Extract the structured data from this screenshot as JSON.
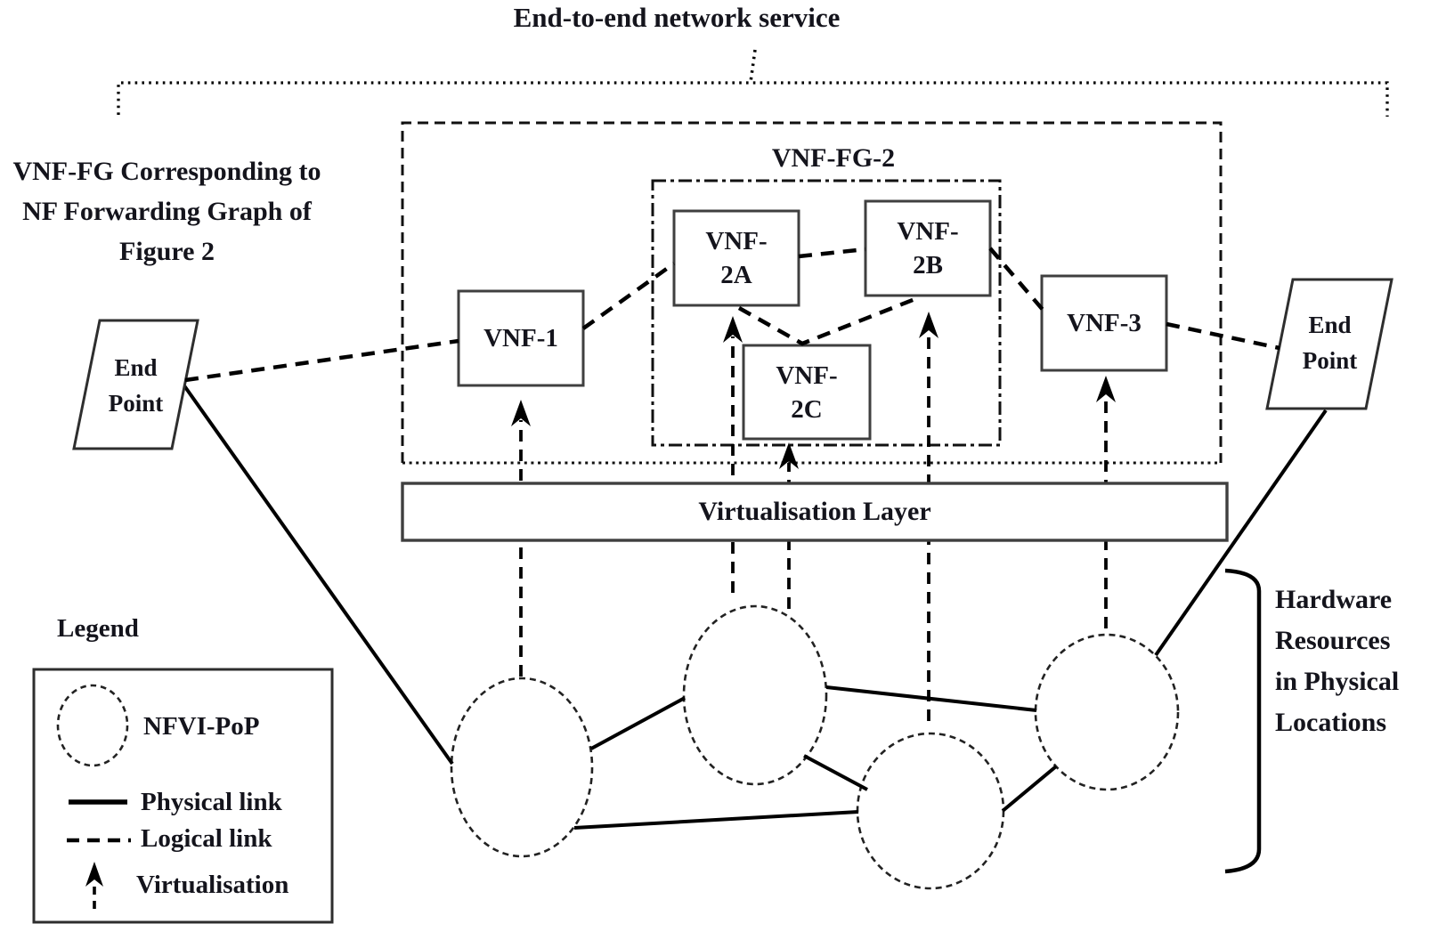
{
  "title": "End-to-end network service",
  "left_note": {
    "l1": "VNF-FG Corresponding to",
    "l2": "NF Forwarding Graph of",
    "l3": "Figure 2"
  },
  "fg2": {
    "label": "VNF-FG-2"
  },
  "boxes": {
    "vnf1": {
      "label": "VNF-1"
    },
    "vnf2a": {
      "l1": "VNF-",
      "l2": "2A"
    },
    "vnf2b": {
      "l1": "VNF-",
      "l2": "2B"
    },
    "vnf2c": {
      "l1": "VNF-",
      "l2": "2C"
    },
    "vnf3": {
      "label": "VNF-3"
    }
  },
  "endpoints": {
    "left": {
      "l1": "End",
      "l2": "Point"
    },
    "right": {
      "l1": "End",
      "l2": "Point"
    }
  },
  "virtualisation_layer": {
    "label": "Virtualisation Layer"
  },
  "legend": {
    "title": "Legend",
    "items": [
      {
        "icon": "nfvi-pop-circle",
        "label": "NFVI-PoP"
      },
      {
        "icon": "physical-link-line",
        "label": "Physical link"
      },
      {
        "icon": "logical-link-line",
        "label": "Logical link"
      },
      {
        "icon": "virtualisation-arrow",
        "label": "Virtualisation"
      }
    ]
  },
  "hardware_note": {
    "l1": "Hardware",
    "l2": "Resources",
    "l3": "in Physical",
    "l4": "Locations"
  },
  "colors": {
    "line": "#000000",
    "box_border": "#3f3f3f",
    "text": "#14141c"
  }
}
